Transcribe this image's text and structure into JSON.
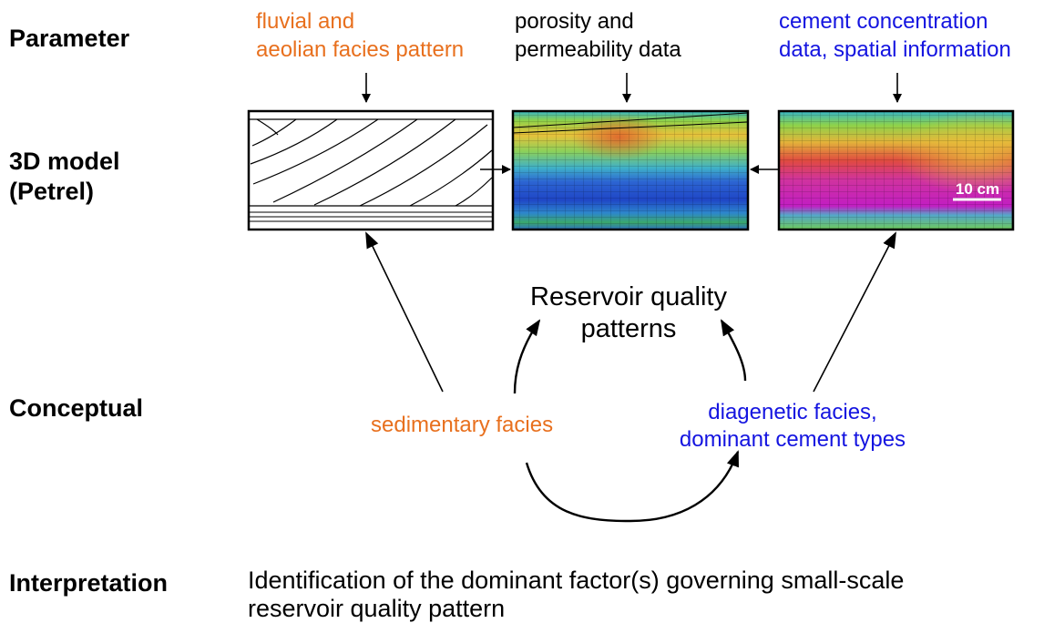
{
  "rows": {
    "parameter": "Parameter",
    "model_line1": "3D model",
    "model_line2": "(Petrel)",
    "conceptual": "Conceptual",
    "interpretation": "Interpretation"
  },
  "params": {
    "facies_line1": "fluvial and",
    "facies_line2": "aeolian facies pattern",
    "poro_line1": "porosity and",
    "poro_line2": "permeability data",
    "cement_line1": "cement concentration",
    "cement_line2": "data, spatial information"
  },
  "scale_bar": "10 cm",
  "conceptual": {
    "rq_line1": "Reservoir quality",
    "rq_line2": "patterns",
    "sedimentary": "sedimentary facies",
    "diag_line1": "diagenetic facies,",
    "diag_line2": "dominant cement types"
  },
  "interpretation": {
    "line1": "Identification of the dominant factor(s) governing small-scale",
    "line2": "reservoir quality pattern"
  },
  "colors": {
    "orange": "#e8701e",
    "blue": "#1414e0"
  }
}
